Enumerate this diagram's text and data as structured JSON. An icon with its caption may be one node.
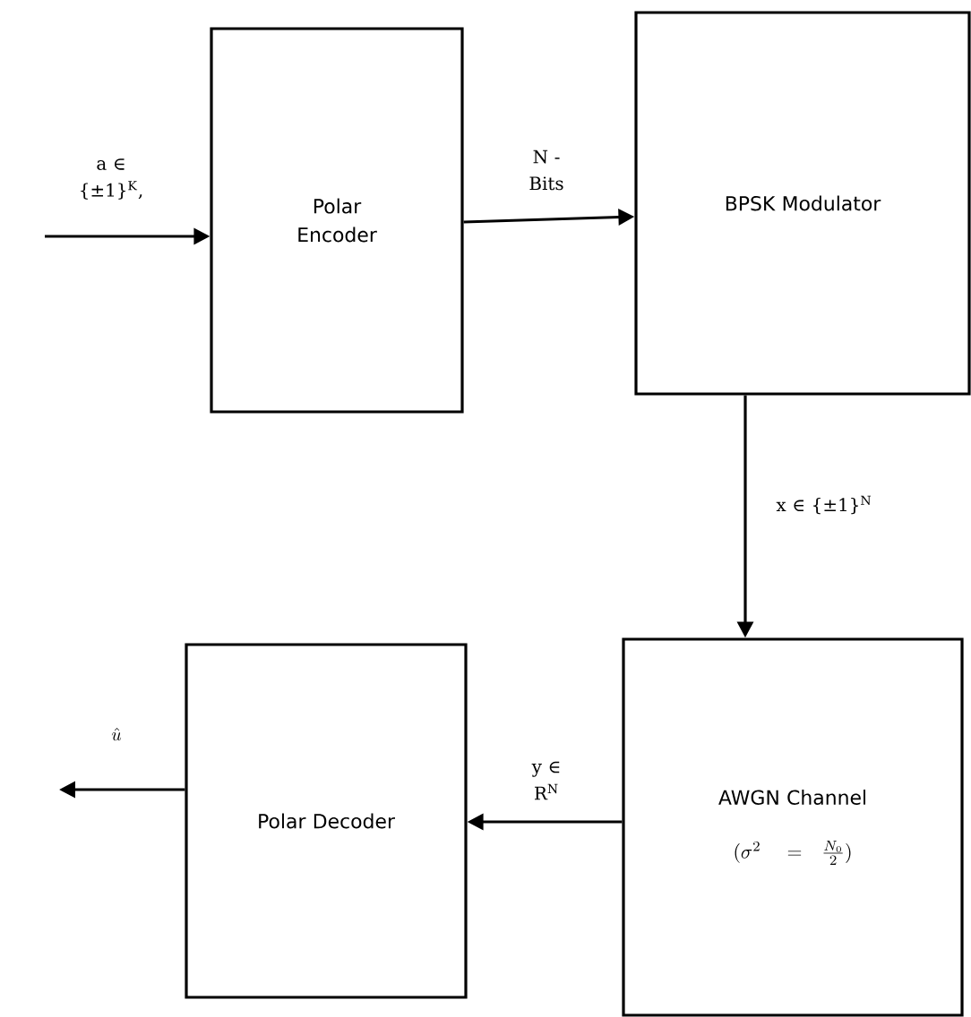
{
  "diagram": {
    "nodes": [
      {
        "text": [
          "Polar Encoder"
        ]
      },
      {
        "text": [
          "BPSK Modulator"
        ]
      },
      {
        "text": [
          "AWGN Channel",
          "(\\sigma^{2} \\ = \\frac{N_0}{2})"
        ]
      },
      {
        "text": [
          "Polar Decoder"
        ]
      }
    ],
    "edges": [
      {
        "from": null,
        "to": 0,
        "arrow": "to",
        "label": "a ∈ {±1}$^{K}$,"
      },
      {
        "from": 0,
        "to": 1,
        "arrow": "to",
        "label": "N - Bits"
      },
      {
        "from": 1,
        "to": 2,
        "arrow": "to",
        "label": "x ∈ {±1}$^{N}$"
      },
      {
        "from": 2,
        "to": 3,
        "arrow": "to",
        "label": "y ∈ R$^{N}$"
      },
      {
        "from": 3,
        "to": null,
        "arrow": "to",
        "label": "\\hat{u}"
      }
    ]
  }
}
